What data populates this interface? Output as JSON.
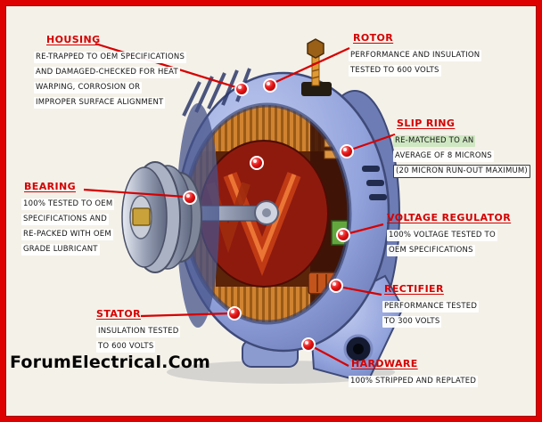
{
  "page": {
    "background_color": "#f4f1e9",
    "frame_color": "#dd0101",
    "watermark": "ForumElectrical.Com"
  },
  "colors": {
    "label_red": "#d60000",
    "leader_line_red": "#d60000",
    "marker_dot_red": "#e81616",
    "housing_body_blue": "#93a3dc",
    "copper_winding_orange": "#d08330",
    "rotor_core_red": "#8e1a0e",
    "voltage_regulator_green": "#63a63e",
    "text_highlight_white": "#ffffff",
    "text_highlight_green": "#cfe7c2"
  },
  "callouts": [
    {
      "id": "housing",
      "title": "HOUSING",
      "lines": [
        "RE-TRAPPED TO OEM SPECIFICATIONS",
        "AND DAMAGED-CHECKED FOR HEAT",
        "WARPING, CORROSION OR",
        "IMPROPER SURFACE ALIGNMENT"
      ]
    },
    {
      "id": "rotor",
      "title": "ROTOR",
      "lines": [
        "PERFORMANCE AND INSULATION",
        "TESTED TO 600 VOLTS"
      ]
    },
    {
      "id": "slip_ring",
      "title": "SLIP RING",
      "lines": [
        "RE-MATCHED TO AN",
        "AVERAGE OF 8 MICRONS",
        "(20 MICRON RUN-OUT MAXIMUM)"
      ]
    },
    {
      "id": "bearing",
      "title": "BEARING",
      "lines": [
        "100% TESTED TO OEM",
        "SPECIFICATIONS AND",
        "RE-PACKED WITH OEM",
        "GRADE LUBRICANT"
      ]
    },
    {
      "id": "voltage_regulator",
      "title": "VOLTAGE REGULATOR",
      "lines": [
        "100% VOLTAGE TESTED TO",
        "OEM SPECIFICATIONS"
      ]
    },
    {
      "id": "rectifier",
      "title": "RECTIFIER",
      "lines": [
        "PERFORMANCE TESTED",
        "TO 300 VOLTS"
      ]
    },
    {
      "id": "stator",
      "title": "STATOR",
      "lines": [
        "INSULATION TESTED",
        "TO 600 VOLTS"
      ]
    },
    {
      "id": "hardware",
      "title": "HARDWARE",
      "lines": [
        "100% STRIPPED AND REPLATED"
      ]
    }
  ]
}
